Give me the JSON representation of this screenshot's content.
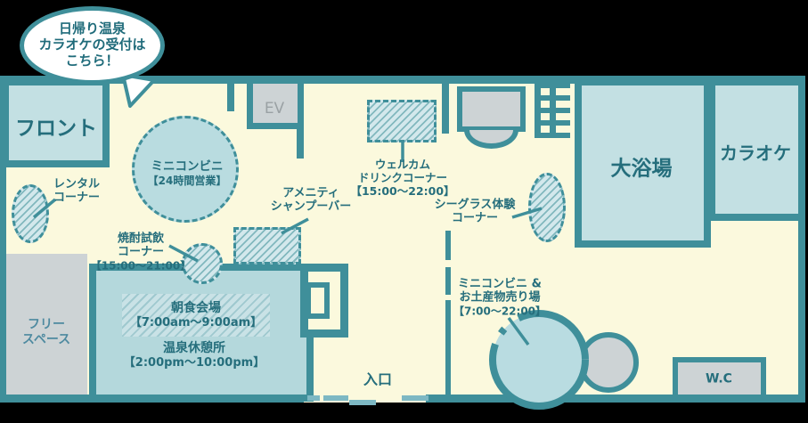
{
  "bubble": {
    "lines": [
      "日帰り温泉",
      "カラオケの受付は",
      "こちら！"
    ]
  },
  "rooms": {
    "front": "フロント",
    "ev": "EV",
    "bath": "大浴場",
    "karaoke": "カラオケ",
    "wc": "W.C",
    "entrance": "入口",
    "free_space": {
      "lines": [
        "フリー",
        "スペース"
      ]
    }
  },
  "corners": {
    "mini_conbini": {
      "lines": [
        "ミニコンビニ",
        "【24時間営業】"
      ]
    },
    "welcome_drink": {
      "lines": [
        "ウェルカム",
        "ドリンクコーナー",
        "【15:00～22:00】"
      ]
    },
    "amenity_bar": {
      "lines": [
        "アメニティ",
        "シャンプーバー"
      ]
    },
    "sea_glass": {
      "lines": [
        "シーグラス体験",
        "コーナー"
      ]
    },
    "shochu": {
      "lines": [
        "焼酎試飲",
        "コーナー",
        "【15:00～21:00】"
      ]
    },
    "rental": {
      "lines": [
        "レンタル",
        "コーナー"
      ]
    },
    "breakfast": {
      "lines": [
        "朝食会場",
        "【7:00am～9:00am】"
      ]
    },
    "onsen_rest": {
      "lines": [
        "温泉休憩所",
        "【2:00pm～10:00pm】"
      ]
    },
    "souvenir": {
      "lines": [
        "ミニコンビニ &",
        "お土産物売り場",
        "【7:00～22:00】"
      ]
    }
  },
  "colors": {
    "wall": "#3f8f9a",
    "floor_cream": "#fbf9dd",
    "room_blue": "#c3e0e3",
    "room_blue_dark": "#b4d8dc",
    "gray": "#cdd3d5",
    "label_text": "#256e7c",
    "door_light": "#7db8c3",
    "bubble_bg": "#ffffff"
  }
}
